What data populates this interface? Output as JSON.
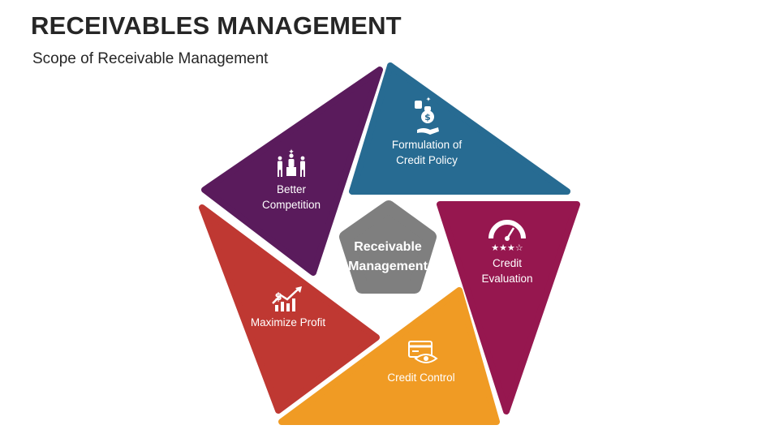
{
  "header": {
    "title": "RECEIVABLES MANAGEMENT",
    "subtitle": "Scope of Receivable Management"
  },
  "center": {
    "line1": "Receivable",
    "line2": "Management",
    "color": "#7f7f7f"
  },
  "segments": [
    {
      "id": "formulation",
      "line1": "Formulation of",
      "line2": "Credit Policy",
      "color": "#276b92",
      "icon": "money-bag-hand-icon"
    },
    {
      "id": "evaluation",
      "line1": "Credit",
      "line2": "Evaluation",
      "color": "#96174f",
      "icon": "gauge-rating-icon",
      "stars": "★★★☆"
    },
    {
      "id": "control",
      "line1": "Credit Control",
      "color": "#f09b24",
      "icon": "card-eye-icon"
    },
    {
      "id": "profit",
      "line1": "Maximize Profit",
      "color": "#bf3832",
      "icon": "growth-chart-icon",
      "dollar": "$"
    },
    {
      "id": "competition",
      "line1": "Better",
      "line2": "Competition",
      "color": "#5a1b5c",
      "icon": "team-podium-icon"
    }
  ]
}
